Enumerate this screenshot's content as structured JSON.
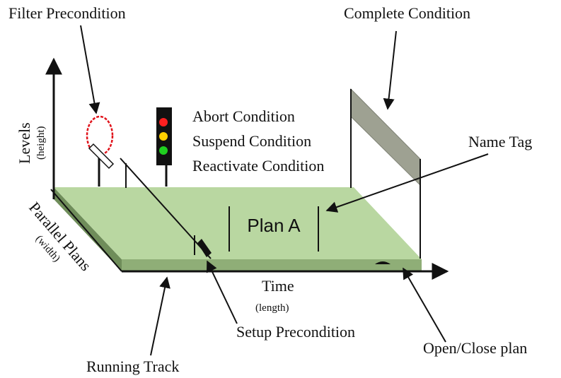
{
  "diagram": {
    "labels": {
      "filter_precondition": "Filter Precondition",
      "complete_condition": "Complete Condition",
      "abort_condition": "Abort Condition",
      "suspend_condition": "Suspend Condition",
      "reactivate_condition": "Reactivate Condition",
      "name_tag": "Name Tag",
      "levels": "Levels",
      "levels_sub": "(height)",
      "parallel_plans": "Parallel Plans",
      "parallel_plans_sub": "(width)",
      "time": "Time",
      "time_sub": "(length)",
      "setup_precondition": "Setup Precondition",
      "open_close_plan": "Open/Close plan",
      "running_track": "Running Track"
    },
    "plan_name": "Plan A",
    "colors": {
      "track_top": "#b9d7a1",
      "track_side": "#6f8d5a",
      "track_front": "#8fae77",
      "complete_panel": "#9ea192",
      "filter_ring": "#e0131b",
      "light_red": "#ff2020",
      "light_yellow": "#ffd000",
      "light_green": "#20d020"
    }
  }
}
